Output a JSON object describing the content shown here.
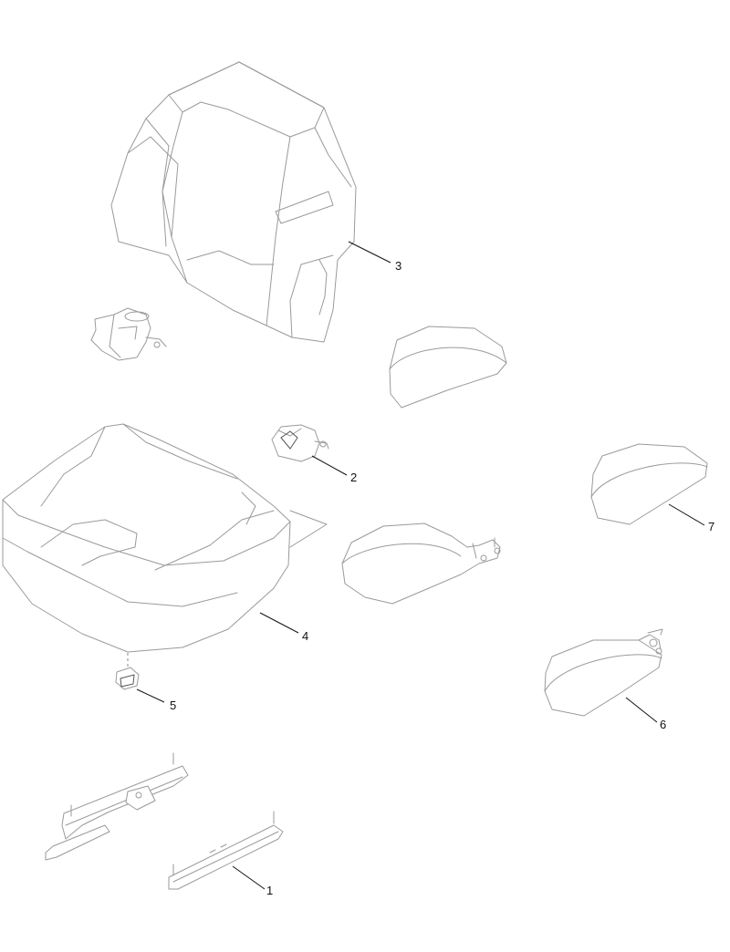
{
  "callouts": [
    {
      "id": "1",
      "part": "seat-slide-rails"
    },
    {
      "id": "2",
      "part": "seat-belt-buckle"
    },
    {
      "id": "3",
      "part": "seat-back-cushion"
    },
    {
      "id": "4",
      "part": "seat-bottom-cushion"
    },
    {
      "id": "5",
      "part": "seat-switch"
    },
    {
      "id": "6",
      "part": "armrest-right"
    },
    {
      "id": "7",
      "part": "armrest-pad"
    }
  ]
}
